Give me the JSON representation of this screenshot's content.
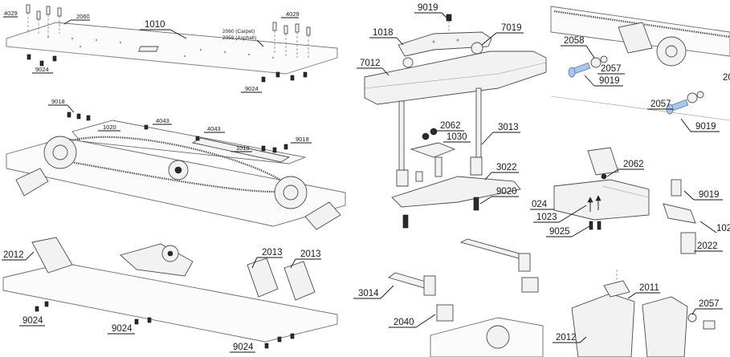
{
  "figure": {
    "panels": {
      "top_plate": {
        "labels": {
          "p4029_left": "4029",
          "p2060_top": "2060",
          "p1010": "1010",
          "p2060_carpet": "2060 (Carpet)",
          "p2059_asphalt": "2059 (Asphalt)",
          "p4029_right": "4029",
          "p9024_left": "9024",
          "p9024_right": "9024"
        }
      },
      "chassis_assembly": {
        "labels": {
          "p9018_left": "9018",
          "p1020": "1020",
          "p4043_left": "4043",
          "p4043_right": "4043",
          "p1019": "1019",
          "p9018_right": "9018"
        }
      },
      "bottom_plate": {
        "labels": {
          "p2012": "2012",
          "p2013_left": "2013",
          "p2013_right": "2013",
          "p9024_a": "9024",
          "p9024_b": "9024",
          "p9024_c": "9024"
        }
      },
      "bumper_assembly": {
        "labels": {
          "p9019": "9019",
          "p1018": "1018",
          "p7019": "7019",
          "p7012": "7012",
          "p2062": "2062",
          "p1030": "1030",
          "p3013": "3013",
          "p3022": "3022",
          "p9020": "9020"
        }
      },
      "body_posts": {
        "labels": {
          "p3014": "3014",
          "p2040": "2040"
        }
      },
      "belt_tensioner_detail": {
        "labels": {
          "p2058": "2058",
          "p2057_a": "2057",
          "p9019_a": "9019",
          "p2057_b": "2057",
          "p9019_b": "9019",
          "p20_cut": "20"
        }
      },
      "mount_detail": {
        "labels": {
          "p2062": "2062",
          "p024_cut": "024",
          "p1023": "1023",
          "p9025": "9025",
          "p9019": "9019",
          "p102_cut": "102",
          "p2022": "2022"
        }
      },
      "bulkhead_detail": {
        "labels": {
          "p2011": "2011",
          "p2057": "2057",
          "p2012": "2012"
        }
      }
    }
  }
}
